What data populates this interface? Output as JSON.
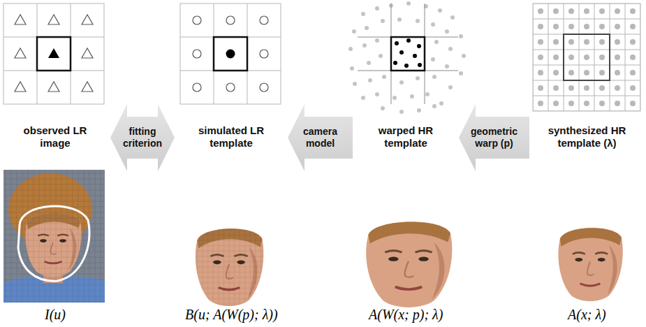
{
  "diagram": {
    "nodes": [
      {
        "text": [
          "observed LR image",
          "I(u)"
        ]
      },
      {
        "text": [
          "simulated LR template",
          "B(u; A(W(p); λ))"
        ]
      },
      {
        "text": [
          "warped HR template",
          "A(W(x; p); λ)"
        ]
      },
      {
        "text": [
          "synthesized HR template (λ)",
          "A(x; λ)"
        ]
      }
    ],
    "edges": [
      {
        "from": 1,
        "to": 0,
        "label": "fitting criterion",
        "arrow": "both"
      },
      {
        "from": 2,
        "to": 1,
        "label": "camera model",
        "arrow": "to"
      },
      {
        "from": 3,
        "to": 2,
        "label": "geometric warp (p)",
        "arrow": "to"
      }
    ]
  }
}
